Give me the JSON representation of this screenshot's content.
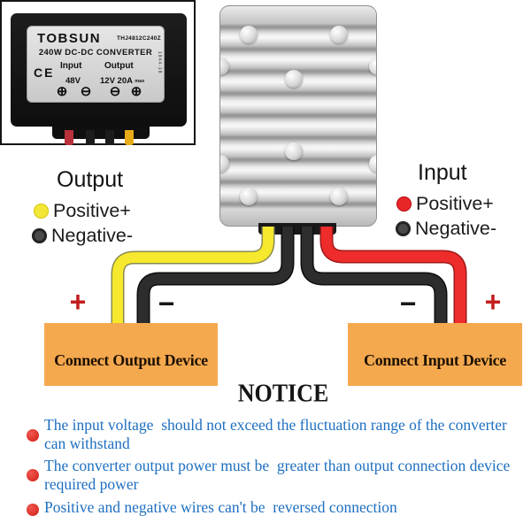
{
  "photo": {
    "brand": "TOBSUN",
    "model": "THJ4812C240Z",
    "title": "240W DC-DC CONVERTER",
    "ce": "CE",
    "input_label": "Input",
    "input_value": "48V",
    "output_label": "Output",
    "output_value": "12V 20A",
    "output_unit": "max",
    "serial": "1844-18",
    "terminal_plus": "⊕",
    "terminal_minus": "⊖"
  },
  "legend_output": {
    "title": "Output",
    "positive_label": "Positive+",
    "negative_label": "Negative-",
    "positive_color": "#F2E636",
    "negative_color": "#4A4A4A"
  },
  "legend_input": {
    "title": "Input",
    "positive_label": "Positive+",
    "negative_label": "Negative-",
    "positive_color": "#E8262A",
    "negative_color": "#4A4A4A"
  },
  "wiring": {
    "output_box_label": "Connect Output Device",
    "input_box_label": "Connect Input Device",
    "plus": "+",
    "minus": "−",
    "colors": {
      "box": "#F5A94E",
      "yellow_wire": "#F6E82D",
      "red_wire": "#EE2C2C",
      "black_wire": "#2D2D2D"
    }
  },
  "notice": {
    "title": "NOTICE",
    "text_color": "#1E6FC0",
    "bullet_color": "#D93025",
    "items": [
      {
        "lines": [
          "The input voltage  should not exceed the fluctuation range of the converter",
          "can withstand"
        ]
      },
      {
        "lines": [
          "The converter output power must be  greater than output connection device",
          "required power"
        ]
      },
      {
        "lines": [
          "Positive and negative wires can't be  reversed connection"
        ]
      }
    ]
  }
}
